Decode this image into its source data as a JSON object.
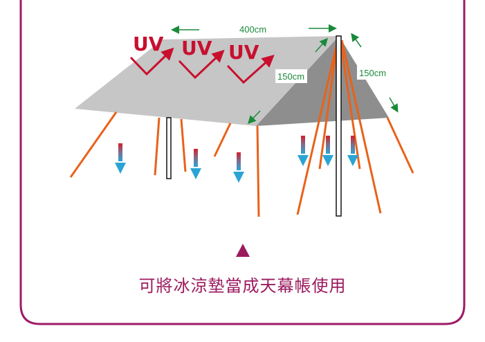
{
  "diagram": {
    "uv_labels": [
      "UV",
      "UV",
      "UV"
    ],
    "dimensions": {
      "length": "400cm",
      "width_front": "150cm",
      "width_side": "150cm"
    },
    "caption": "可將冰涼墊當成天幕帳使用",
    "colors": {
      "border": "#a01a66",
      "caption": "#9b1a5e",
      "uv": "#c8102e",
      "dimension": "#1a8a3a",
      "pole_line": "#e8621a",
      "heat_arrow": "#2aa4d4",
      "tarp_light": "#c6c6c6",
      "tarp_dark": "#8e8e8e"
    }
  }
}
